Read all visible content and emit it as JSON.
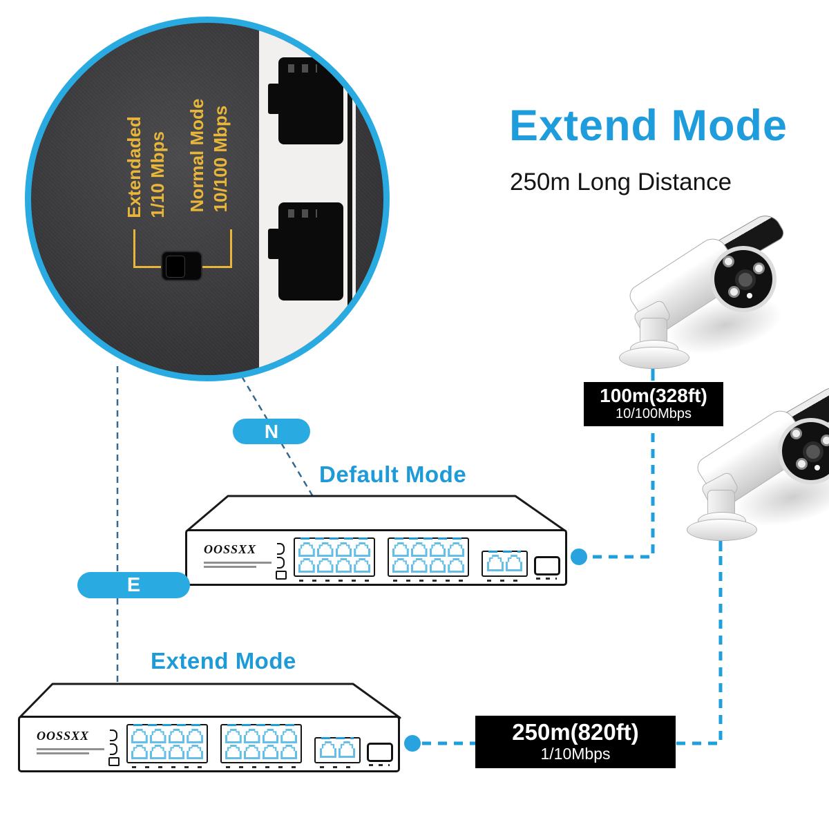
{
  "magnifier": {
    "extended_label": "Extendaded",
    "extended_speed": "1/10 Mbps",
    "normal_label": "Normal Mode",
    "normal_speed": "10/100 Mbps"
  },
  "title": {
    "heading": "Extend Mode",
    "subheading": "250m Long Distance"
  },
  "markers": {
    "normal": "N",
    "extended": "E"
  },
  "switches": {
    "default": {
      "label": "Default Mode",
      "brand": "OOSSXX"
    },
    "extend": {
      "label": "Extend Mode",
      "brand": "OOSSXX"
    }
  },
  "badges": {
    "normal": {
      "distance": "100m(328ft)",
      "speed": "10/100Mbps"
    },
    "extended": {
      "distance": "250m(820ft)",
      "speed": "1/10Mbps"
    }
  },
  "colors": {
    "accent_blue": "#29ABE2",
    "label_blue": "#1D9AD7",
    "camera_line_blue": "#1F9FDD",
    "connector_blue": "#33688F",
    "label_yellow": "#E8B63B",
    "badge_bg": "#000000"
  }
}
